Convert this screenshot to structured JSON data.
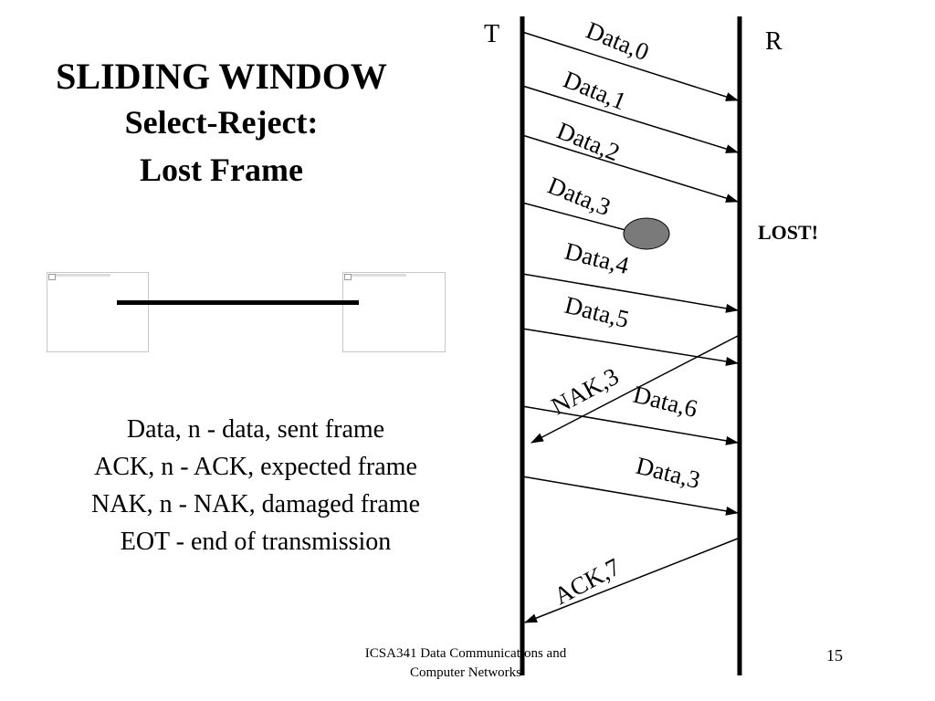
{
  "slide": {
    "title": "SLIDING WINDOW",
    "subtitle": "Select-Reject:",
    "subtitle2": "Lost Frame"
  },
  "legend": [
    "Data, n - data, sent frame",
    "ACK, n - ACK, expected frame",
    "NAK, n - NAK, damaged frame",
    "EOT - end of transmission"
  ],
  "diagram": {
    "transmitter_label": "T",
    "receiver_label": "R",
    "lost_label": "LOST!",
    "messages": [
      {
        "label": "Data,0",
        "direction": "T-to-R",
        "lost": false
      },
      {
        "label": "Data,1",
        "direction": "T-to-R",
        "lost": false
      },
      {
        "label": "Data,2",
        "direction": "T-to-R",
        "lost": false
      },
      {
        "label": "Data,3",
        "direction": "T-to-R",
        "lost": true
      },
      {
        "label": "Data,4",
        "direction": "T-to-R",
        "lost": false
      },
      {
        "label": "Data,5",
        "direction": "T-to-R",
        "lost": false
      },
      {
        "label": "NAK,3",
        "direction": "R-to-T",
        "lost": false
      },
      {
        "label": "Data,6",
        "direction": "T-to-R",
        "lost": false
      },
      {
        "label": "Data,3",
        "direction": "T-to-R",
        "lost": false
      },
      {
        "label": "ACK,7",
        "direction": "R-to-T",
        "lost": false
      }
    ]
  },
  "footer": {
    "course_line1": "ICSA341 Data Communications and",
    "course_line2": "Computer Networks",
    "page": "15"
  },
  "colors": {
    "line": "#000000",
    "lost_blob": "#7a7a7a"
  }
}
